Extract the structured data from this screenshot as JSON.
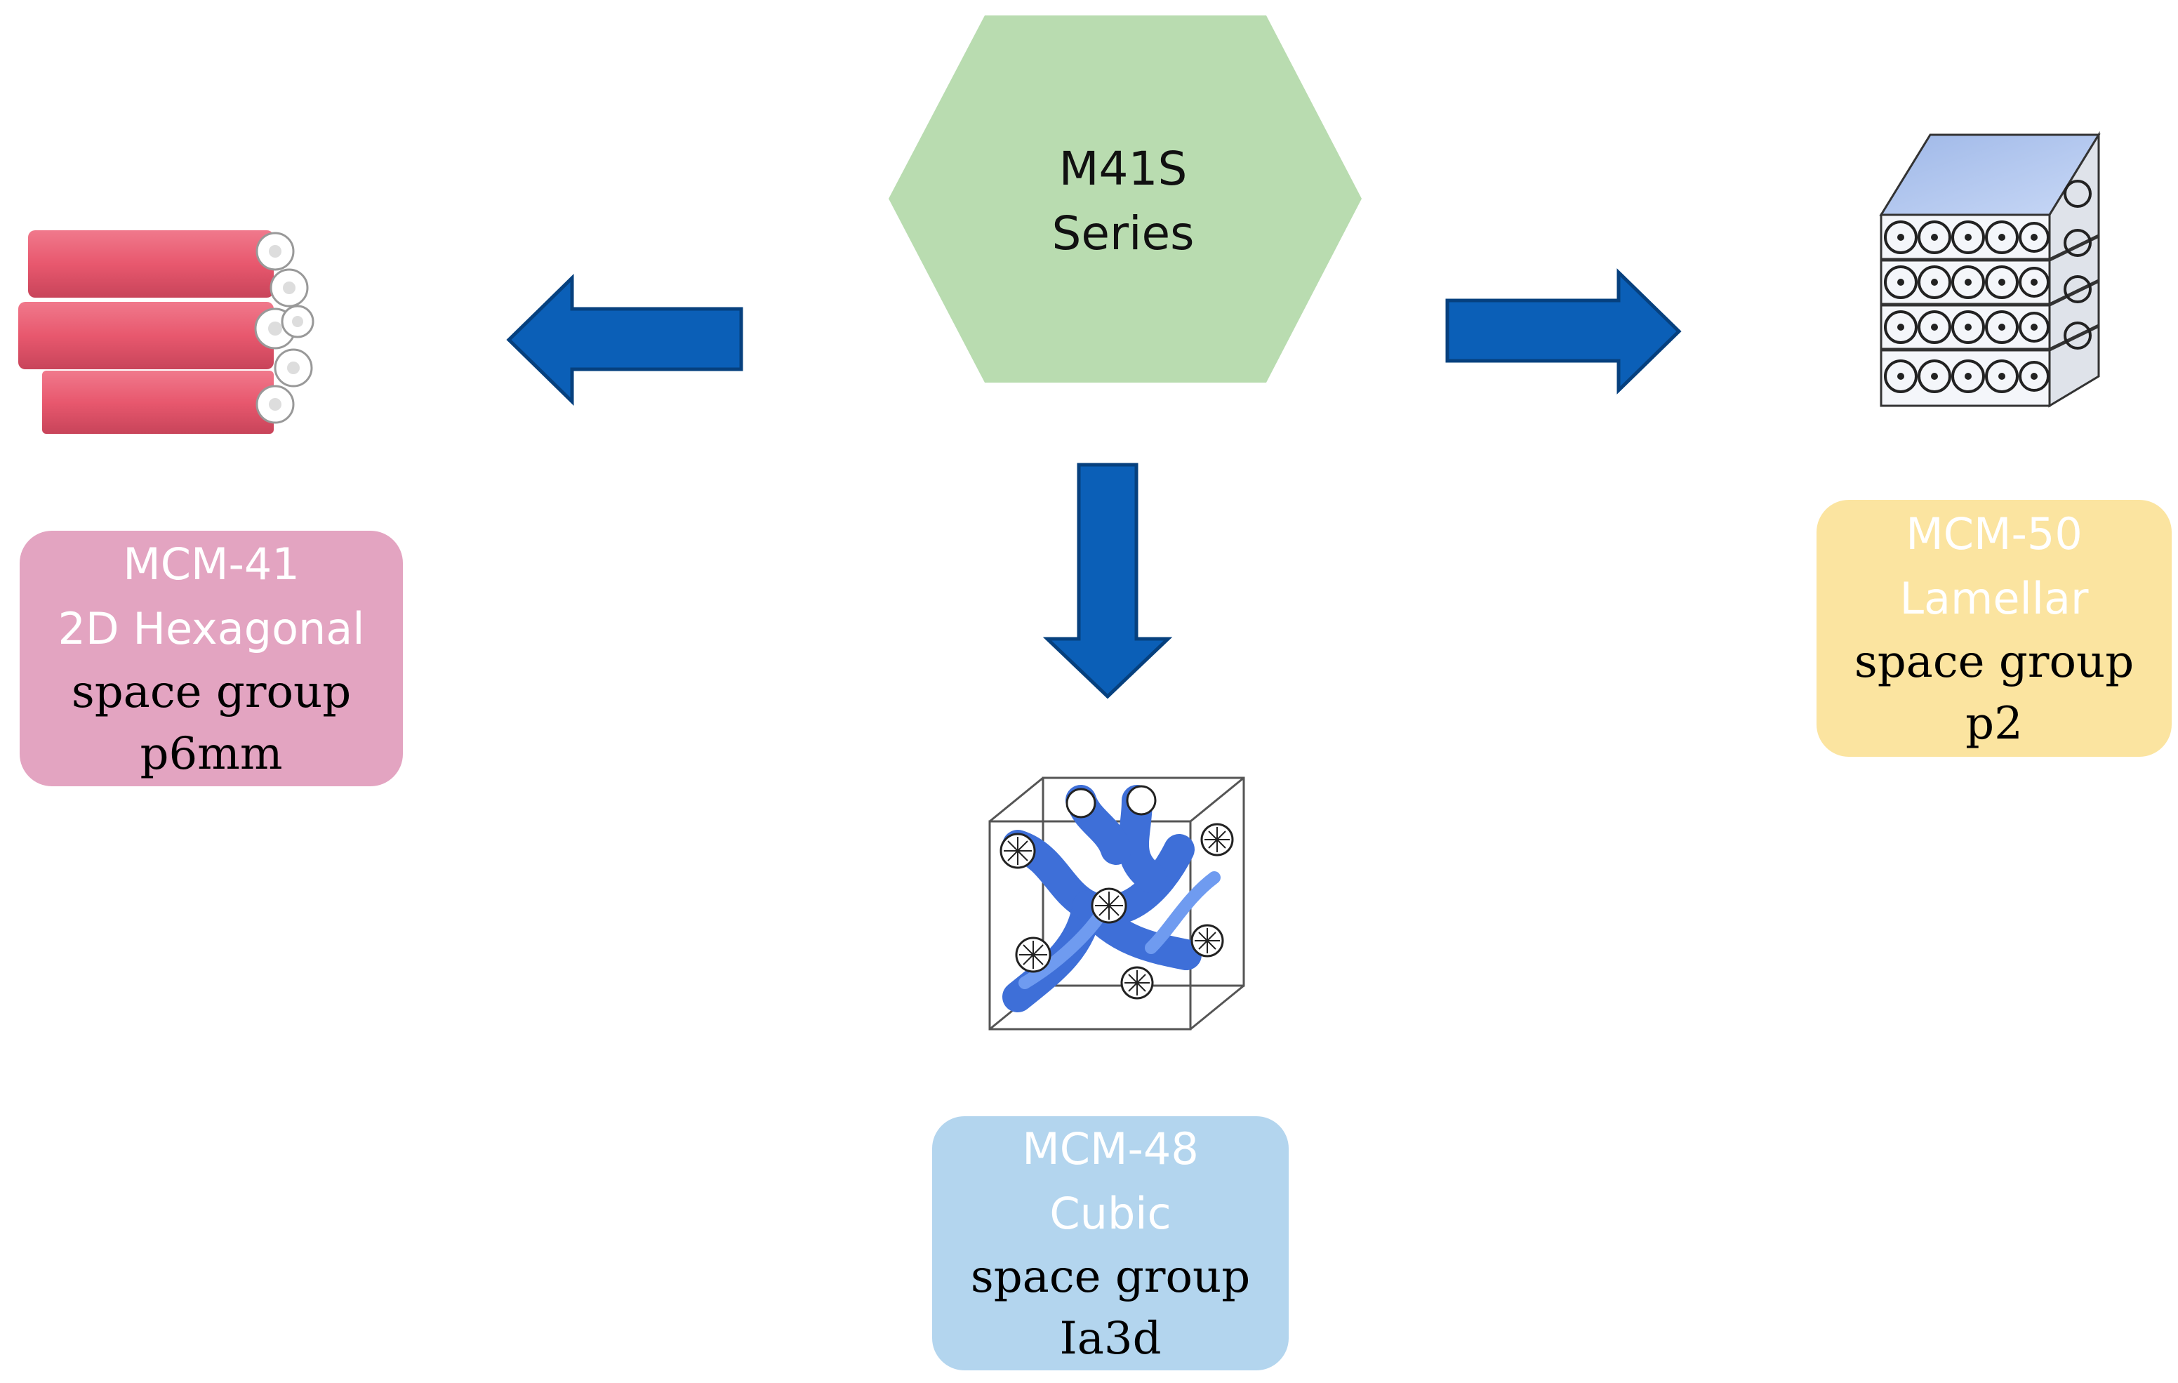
{
  "center": {
    "line1": "M41S",
    "line2": "Series",
    "color": "#b9dcb0"
  },
  "arrow_color": "#0b5fb7",
  "phases": [
    {
      "name": "MCM-41",
      "structure": "2D Hexagonal",
      "space_group_label": "space group",
      "space_group": "p6mm",
      "color": "#e3a4c1"
    },
    {
      "name": "MCM-48",
      "structure": "Cubic",
      "space_group_label": "space group",
      "space_group": "Ia3d",
      "color": "#b3d5ee"
    },
    {
      "name": "MCM-50",
      "structure": "Lamellar",
      "space_group_label": "space group",
      "space_group": "p2",
      "color": "#fbe4a0"
    }
  ]
}
